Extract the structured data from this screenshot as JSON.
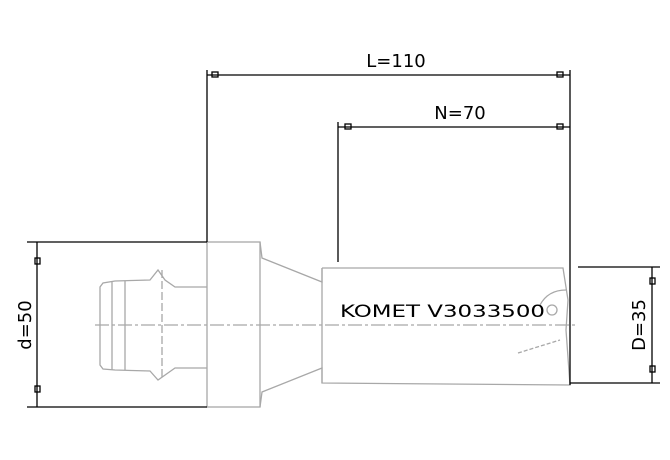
{
  "dimensions": {
    "overall_length": "L=110",
    "neck_length": "N=70",
    "shank_diameter": "d=50",
    "cutting_diameter": "D=35"
  },
  "tool_marking": "KOMET V3033500",
  "colors": {
    "dimension_lines": "#000000",
    "tool_outline": "#a8a8a8"
  }
}
